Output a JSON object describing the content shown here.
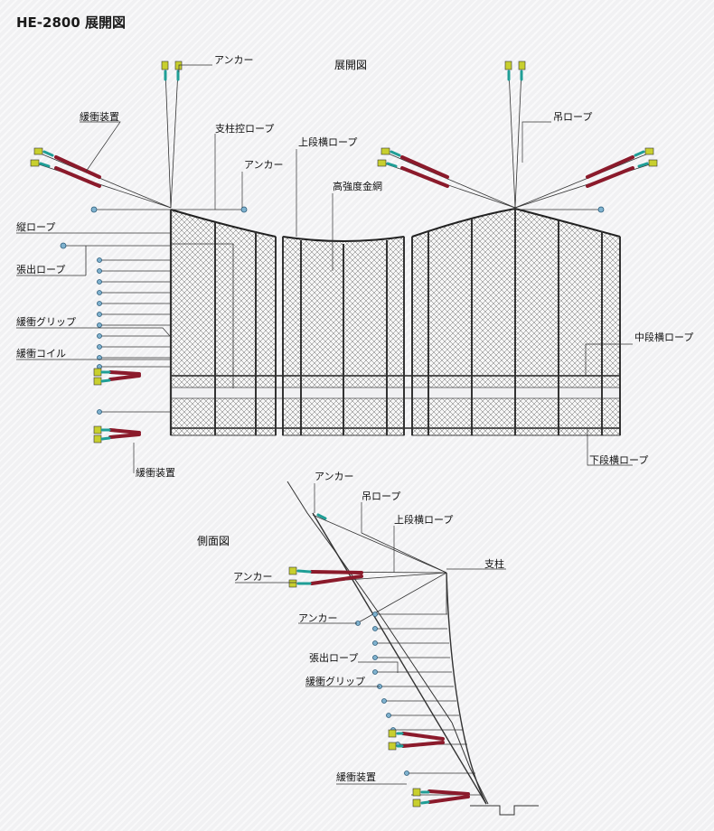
{
  "title": "HE-2800 展開図",
  "labels": {
    "expanded_view": "展開図",
    "side_view": "側面図",
    "anchor": "アンカー",
    "shock_device": "緩衝装置",
    "post_guy_rope": "支柱控ロープ",
    "upper_horizontal_rope": "上段横ロープ",
    "hanging_rope": "吊ロープ",
    "high_strength_net": "高強度金網",
    "vertical_rope": "縦ロープ",
    "tension_rope": "張出ロープ",
    "shock_grip": "緩衝グリップ",
    "shock_coil": "緩衝コイル",
    "middle_horizontal_rope": "中段横ロープ",
    "lower_horizontal_rope": "下段横ロープ",
    "post": "支柱"
  },
  "colors": {
    "line": "#222222",
    "absorber": "#8b1a2b",
    "absorber_stripe": "#e8a3ad",
    "anchor_teal": "#1f9e96",
    "anchor_tag": "#c8cf2e",
    "ball": "#7fb2cf",
    "mesh": "#555555",
    "post": "#333333"
  }
}
